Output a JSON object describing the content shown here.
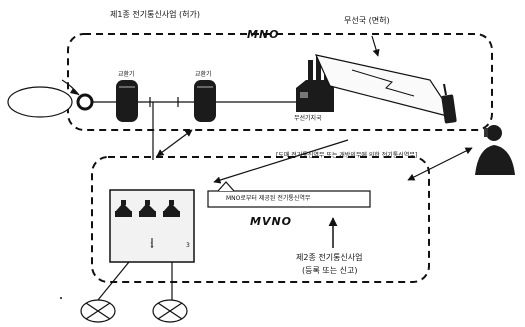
{
  "labels": {
    "mno_region": "MNO",
    "mvno_region": "MVNO",
    "operator1": "제1종 전기통신사업 (허가)",
    "radio_station": "무선국 (면허)",
    "switch_a": "교환기",
    "switch_b": "교환기",
    "base_station": "무선기지국",
    "service_note": "[도매 전기통신역무 또는 개방의무에 의한 전기통신역무]",
    "mvno_service_box": "MNO로부터 제공된 전기통신역무",
    "operator2_line1": "제2종 전기통신사업",
    "operator2_line2": "(등록 또는 신고)",
    "port_left": "1",
    "port_right": "3"
  },
  "colors": {
    "ink": "#111111",
    "equipment": "#1b1b1b",
    "panel": "#f2f2f2",
    "background": "#ffffff"
  },
  "icons": {
    "network_cloud": "ellipse",
    "connection_point": "ring-node",
    "switch": "switch-cabinet",
    "base_station": "base-station-building",
    "mobile": "mobile-phone",
    "user": "person-on-phone",
    "terminal": "crossed-circle"
  }
}
